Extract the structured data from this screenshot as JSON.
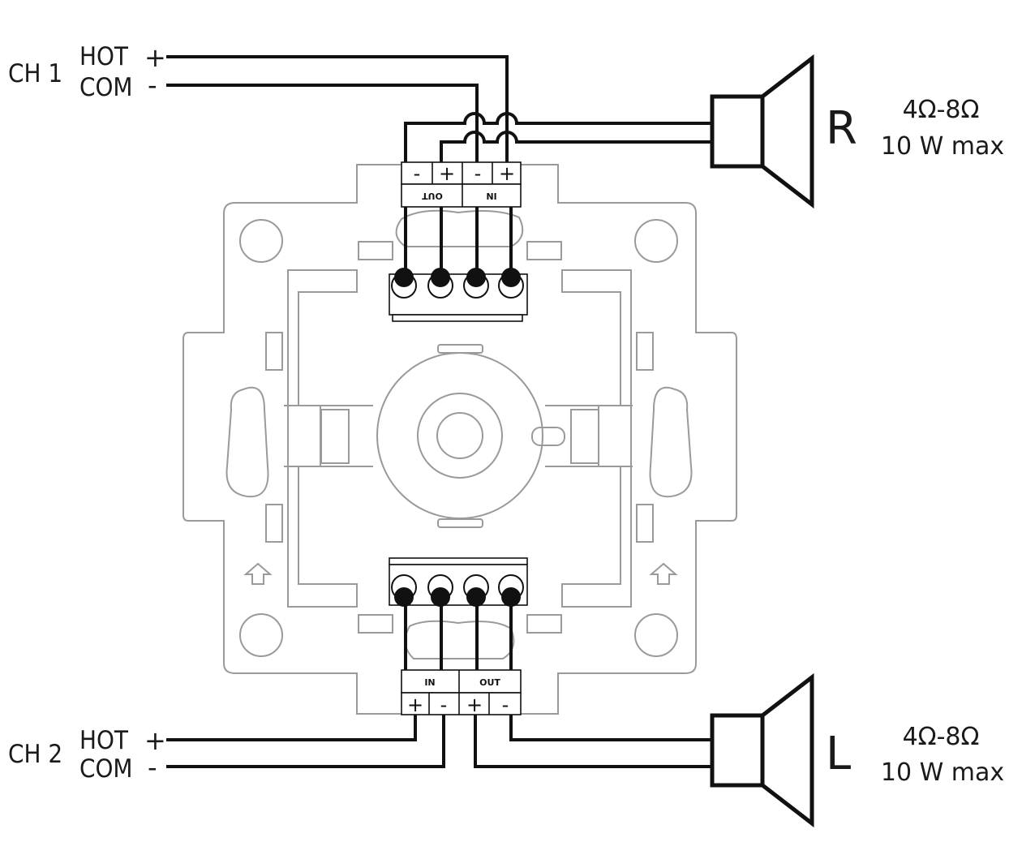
{
  "channels": [
    {
      "label": "CH 1",
      "hot": "HOT",
      "hot_sign": "+",
      "com": "COM",
      "com_sign": "-"
    },
    {
      "label": "CH 2",
      "hot": "HOT",
      "hot_sign": "+",
      "com": "COM",
      "com_sign": "-"
    }
  ],
  "speakers": [
    {
      "letter": "R",
      "impedance": "4Ω-8Ω",
      "power": "10 W max"
    },
    {
      "letter": "L",
      "impedance": "4Ω-8Ω",
      "power": "10 W max"
    }
  ],
  "terminal_top": {
    "signs": [
      "-",
      "+",
      "-",
      "+"
    ],
    "groups": [
      "OUT",
      "IN"
    ]
  },
  "terminal_bottom": {
    "signs": [
      "+",
      "-",
      "+",
      "-"
    ],
    "groups": [
      "IN",
      "OUT"
    ]
  }
}
